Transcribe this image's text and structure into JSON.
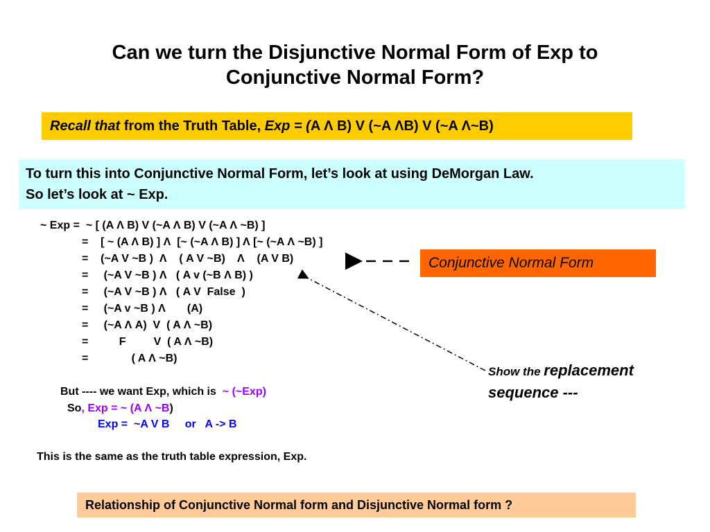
{
  "title_line1": "Can we turn the Disjunctive Normal Form of Exp to",
  "title_line2": "Conjunctive Normal Form?",
  "recall": {
    "italic_prefix": "Recall that",
    "middle": " from the Truth Table, ",
    "exp_label": "Exp =  (",
    "expression": "A Λ B) V (~A ΛB) V (~A Λ~B)"
  },
  "cnf_intro": {
    "line1": "To turn this into Conjunctive Normal Form, let’s look at using DeMorgan Law.",
    "line2": "So let’s look at  ~ Exp."
  },
  "derivation": [
    "~ Exp =  ~ [ (A Λ B) V (~A Λ B) V (~A Λ ~B) ]",
    "=    [ ~ (A Λ B) ] Λ  [~ (~A Λ B) ] Λ [~ (~A Λ ~B) ]",
    "=    (~A V ~B )  Λ    ( A V ~B)    Λ    (A V B)",
    "=     (~A V ~B ) Λ   ( A v (~B Λ B) )",
    "=     (~A V ~B ) Λ   ( A V  False  )",
    "=     (~A v ~B ) Λ       (A)",
    "=     (~A Λ A)  V  ( A Λ ~B)",
    "=          F         V  ( A Λ ~B)",
    "=              ( A Λ ~B)"
  ],
  "cnf_label": "Conjunctive Normal Form",
  "show_note": {
    "part1": "Show the ",
    "part2": "replacement",
    "part3": "sequence ---"
  },
  "but_line": {
    "text": "But ---- we want Exp, which is  ",
    "highlight": "~ (~Exp)"
  },
  "so_line": {
    "prefix": "So",
    "comma": ", ",
    "expr": "Exp = ~ (A Λ ~B",
    "close": ")"
  },
  "exp_line": {
    "left": "Exp =  ~A V B",
    "or": "or",
    "right": "A -> B"
  },
  "same_text": "This is the same as the truth table expression, Exp.",
  "relationship": "Relationship of Conjunctive Normal form and Disjunctive Normal form ?",
  "colors": {
    "recall_bg": "#ffcc00",
    "intro_bg": "#ccffff",
    "cnf_bg": "#ff6600",
    "relationship_bg": "#ffcc99",
    "blue": "#0000ff",
    "purple": "#9900ff"
  }
}
